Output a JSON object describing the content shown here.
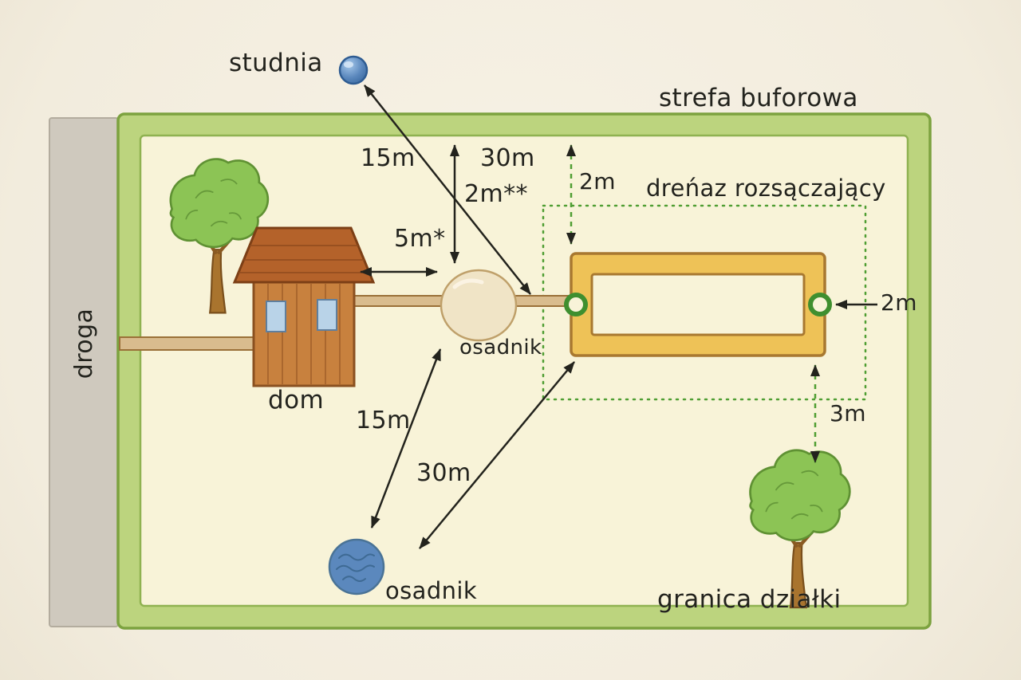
{
  "labels": {
    "studnia": "studnia",
    "strefa_buforowa": "strefa buforowa",
    "drenaz": "dreńaz rozsączający",
    "osadnik_mid": "osadnik",
    "osadnik_bottom": "osadnik",
    "dom": "dom",
    "droga": "droga",
    "granica": "granica działki"
  },
  "measurements": {
    "well_to_tank": "15m",
    "well_to_drain": "30m",
    "depth_note": "2m**",
    "house_to_tank": "5m*",
    "buffer_top": "2m",
    "buffer_right": "2m",
    "tree_clearance": "3m",
    "tank_to_pond": "15m",
    "pond_to_drain": "30m"
  },
  "palette": {
    "paper": "#f4efe2",
    "road_gray": "#cfc9be",
    "buffer_band": "#bcd47e",
    "plot_fill": "#f8f3d8",
    "tree_green": "#8cc455",
    "trunk_brown": "#a9742e",
    "house_wall": "#c8813e",
    "house_roof": "#b4622a",
    "window_blue": "#b9d3e8",
    "pipe_tan": "#d9bc8e",
    "tank_beige": "#f0e4c6",
    "drain_yellow": "#eec257",
    "ring_green": "#3f8f2f",
    "water_blue": "#5b88bd",
    "dashed_green": "#4f9e33",
    "ink": "#23231d"
  }
}
